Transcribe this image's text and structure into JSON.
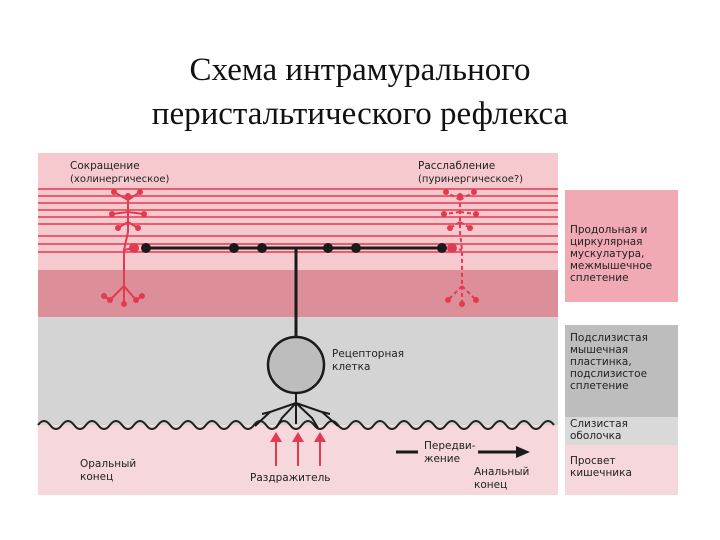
{
  "slide": {
    "title_line1": "Схема интрамурального",
    "title_line2": "перистальтического рефлекса"
  },
  "colors": {
    "pink_light": "#f6c9cf",
    "pink_mid": "#ef9aa5",
    "pink_dark": "#d27f8a",
    "muscle_line": "#e43a4e",
    "gray_layer": "#d4d4d4",
    "gray_side": "#bdbdbd",
    "nerve_black": "#1a1a1a",
    "nerve_red": "#e23a50"
  },
  "diagram": {
    "contraction_label": "Сокращение",
    "contraction_sub": "(холинергическое)",
    "relaxation_label": "Расслабление",
    "relaxation_sub": "(пуринергическое?)",
    "receptor_line1": "Рецепторная",
    "receptor_line2": "клетка",
    "oral_line1": "Оральный",
    "oral_line2": "конец",
    "stimulus": "Раздражитель",
    "movement_line1": "Передви-",
    "movement_line2": "жение",
    "anal_line1": "Анальный",
    "anal_line2": "конец",
    "layers": [
      {
        "lines": [
          "Продольная и",
          "циркулярная",
          "мускулатура,",
          "межмышечное",
          "сплетение"
        ]
      },
      {
        "lines": [
          "Подслизистая",
          "мышечная",
          "пластинка,",
          "подслизистое",
          "сплетение"
        ]
      },
      {
        "lines": [
          "Слизистая",
          "оболочка"
        ]
      },
      {
        "lines": [
          "Просвет",
          "кишечника"
        ]
      }
    ]
  }
}
